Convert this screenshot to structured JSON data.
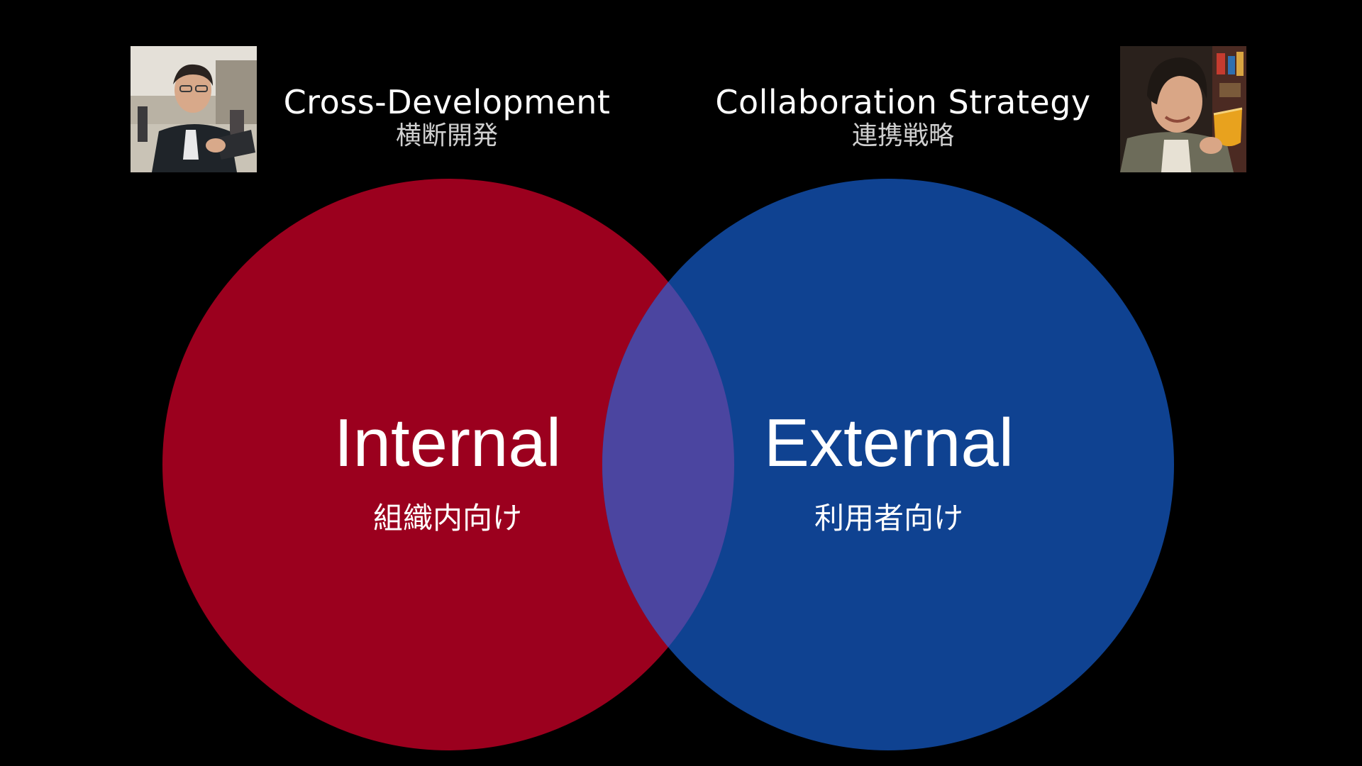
{
  "header": {
    "left": {
      "title": "Cross-Development",
      "subtitle": "横断開発"
    },
    "right": {
      "title": "Collaboration Strategy",
      "subtitle": "連携戦略"
    }
  },
  "venn": {
    "left_circle": {
      "label": "Internal",
      "sublabel": "組織内向け",
      "color": "#9b001e"
    },
    "right_circle": {
      "label": "External",
      "sublabel": "利用者向け",
      "color": "#0f4291"
    },
    "overlap_color": "#4b45a0"
  },
  "colors": {
    "background": "#000000",
    "text": "#ffffff",
    "subtitle_text": "#cfcfcf"
  },
  "icons": {
    "left_avatar": "person-photo-avatar",
    "right_avatar": "person-photo-avatar"
  }
}
